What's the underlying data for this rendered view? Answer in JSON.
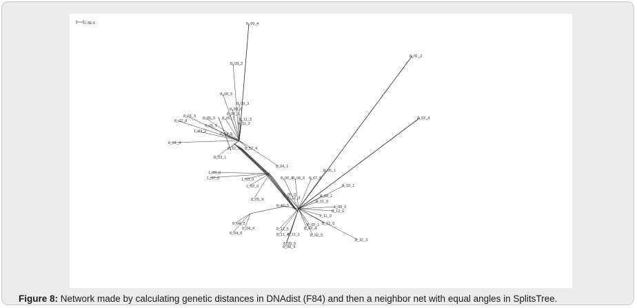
{
  "figure": {
    "scale_label": "1.3E-6",
    "caption_prefix": "Figure 8:",
    "caption_text": " Network made by calculating genetic distances in DNAdist (F84) and then a neighbor net with equal angles in SplitsTree.",
    "taxa": [
      "8_09_4",
      "8_09_2",
      "8_08_5",
      "8_09_3",
      "8_08_6",
      "8_09_1",
      "8_11_3",
      "8_11_2",
      "8_01_5",
      "8_02_8",
      "8_05_5",
      "8_06_7",
      "8_01_6",
      "8_04_5",
      "1_03_2",
      "8_01_4",
      "8_12_5",
      "8_12_4",
      "8_03_1",
      "8_04_1",
      "1_09_0",
      "1_07_0",
      "1_03_0",
      "1_02_0",
      "8_06_6",
      "8_06_5",
      "8_07_5",
      "8_05_1",
      "8_01_2",
      "8_03_4",
      "8_10_1",
      "8_08_1",
      "8_01_0",
      "1_08_0",
      "8_12_6",
      "1_11_0",
      "8_12_0",
      "8_02_1",
      "8_04_3",
      "8_04_4",
      "8_04_6",
      "8_11_4",
      "8_11_1",
      "8_09_5",
      "8_08_4",
      "8_02_5",
      "8_31_3",
      "8_12_3",
      "8_05_9",
      "8_10_5",
      "8_06_0",
      "8_02_4",
      "8_11_5"
    ]
  }
}
